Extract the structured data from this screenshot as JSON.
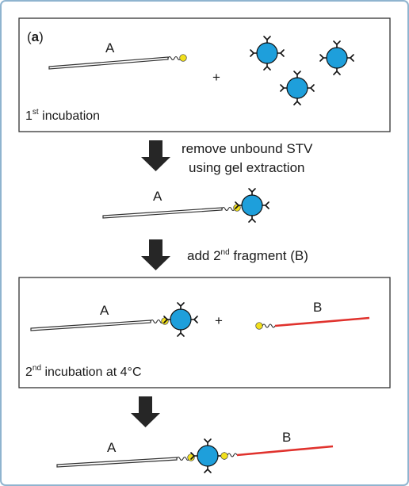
{
  "colors": {
    "outer_border": "#8fb4cf",
    "box_border": "#333333",
    "dna_fragment_a": "#333333",
    "dna_fragment_b": "#e0322d",
    "streptavidin": "#1e9fdb",
    "biotin": "#f2e01c",
    "arrow": "#262626"
  },
  "panel": {
    "open": "(",
    "letter": "a",
    "close": ")"
  },
  "labels": {
    "fragment_a": "A",
    "fragment_b": "B"
  },
  "symbols": {
    "plus": "+"
  },
  "captions": {
    "first_incubation": {
      "prefix": "1",
      "sup": "st",
      "rest": " incubation"
    },
    "second_incubation": {
      "prefix": "2",
      "sup": "nd",
      "rest": " incubation at 4°C"
    }
  },
  "steps": {
    "remove_line1": "remove unbound STV",
    "remove_line2": "using gel extraction",
    "add_prefix": "add 2",
    "add_sup": "nd",
    "add_rest": " fragment (B)"
  }
}
